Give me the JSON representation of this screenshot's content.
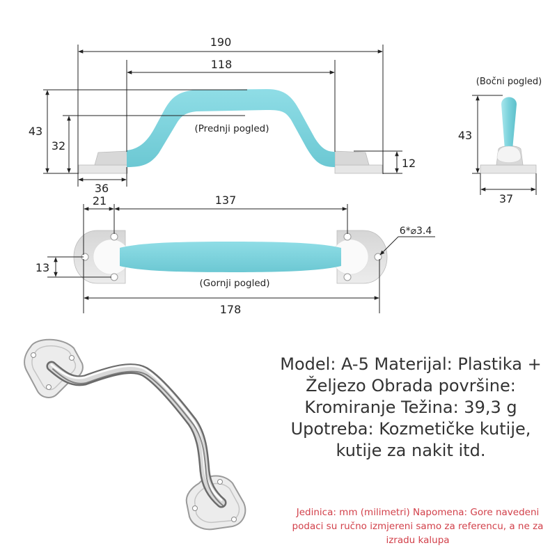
{
  "front_view": {
    "label": "(Prednji pogled)",
    "dim_total_width": "190",
    "dim_inner_width": "118",
    "dim_height": "43",
    "dim_inner_height": "32",
    "dim_base_height": "12",
    "dim_foot": "36"
  },
  "side_view": {
    "label": "(Bočni pogled)",
    "dim_height": "43",
    "dim_width": "37"
  },
  "top_view": {
    "label": "(Gornji pogled)",
    "dim_offset": "21",
    "dim_hole_span": "137",
    "dim_width": "13",
    "dim_total": "178",
    "hole_spec": "6*⌀3.4"
  },
  "spec_text": "Model: A-5 Materijal: Plastika + Željezo Obrada površine: Kromiranje Težina: 39,3 g Upotreba: Kozmetičke kutije, kutije za nakit itd.",
  "note_text": "Jedinica: mm (milimetri) Napomena: Gore navedeni podaci su ručno izmjereni samo za referencu, a ne za izradu kalupa",
  "colors": {
    "handle": "#7fd3dd",
    "handle_dark": "#5cbfcb",
    "base": "#dcdcdc",
    "dim_line": "#222222",
    "note": "#d2404a"
  }
}
